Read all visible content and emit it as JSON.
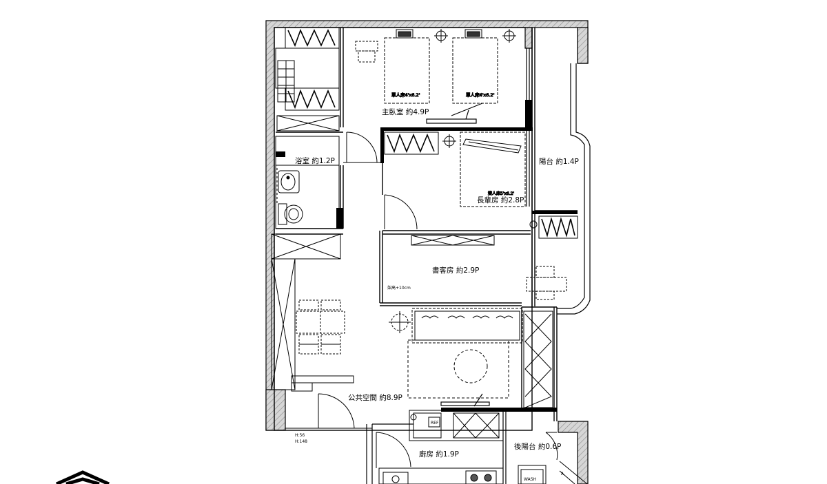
{
  "rooms": {
    "master_bedroom": "主臥室 約4.9P",
    "bathroom": "浴室 約1.2P",
    "elder_room": "長輩房 約2.8P",
    "balcony": "陽台 約1.4P",
    "study_guest": "書客房 約2.9P",
    "public_space": "公共空間 約8.9P",
    "kitchen": "廚房 約1.9P",
    "rear_balcony": "後陽台 約0.6P"
  },
  "furniture": {
    "single_bed_1": "單人床4'x6.2'",
    "single_bed_2": "單人床4'x6.2'",
    "double_bed": "雙人床5'x6.2'",
    "raised_floor": "架高+10cm",
    "fridge": "REF",
    "washer": "WASH"
  },
  "notes": {
    "height_1": "H:56",
    "height_2": "H:148"
  }
}
